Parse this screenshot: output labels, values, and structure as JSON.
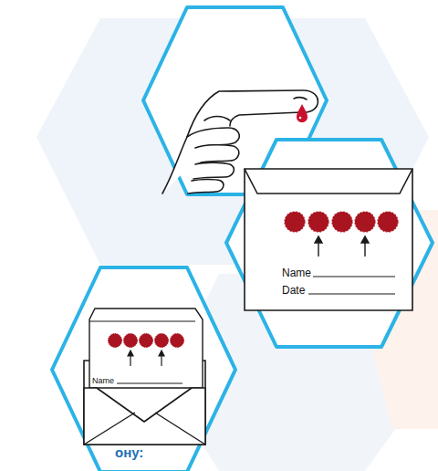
{
  "diagram": {
    "labels": [
      "Name",
      "Date",
      "Name",
      "ону:"
    ]
  }
}
